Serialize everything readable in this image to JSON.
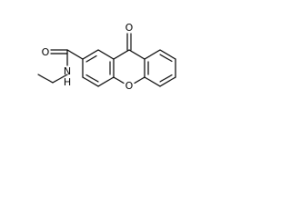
{
  "molecule": {
    "atoms": {
      "ketone_oxygen": "O",
      "ring_oxygen": "O",
      "amide_oxygen": "O",
      "amide_nitrogen": "N",
      "amide_hydrogen": "H"
    },
    "colors": {
      "bond": "#000000",
      "label": "#000000",
      "background": "#ffffff"
    }
  }
}
